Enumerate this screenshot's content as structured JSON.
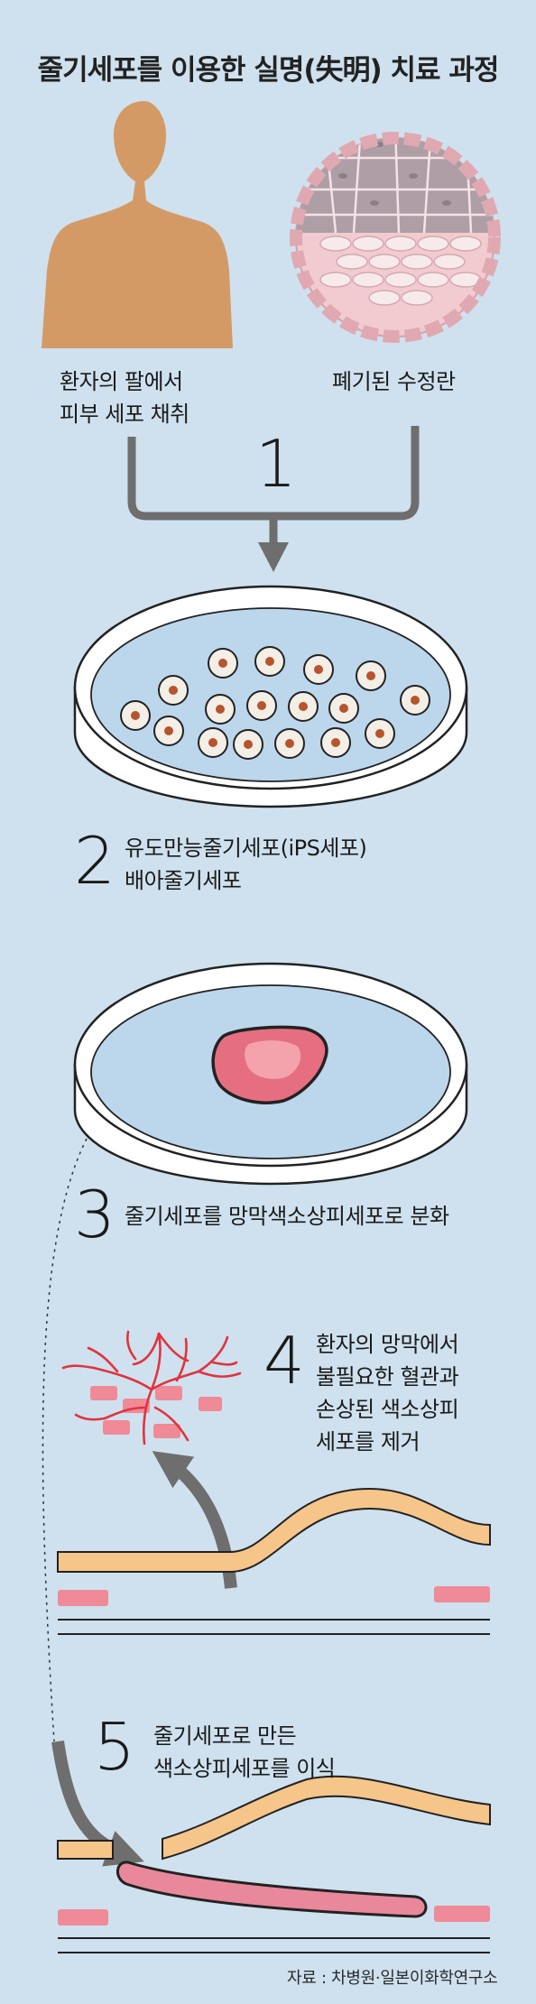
{
  "title": "줄기세포를 이용한 실명(失明) 치료 과정",
  "sources": {
    "patient_line1": "환자의 팔에서",
    "patient_line2": "피부 세포 채취",
    "embryo": "폐기된 수정란"
  },
  "steps": [
    {
      "number": "1"
    },
    {
      "number": "2",
      "line1": "유도만능줄기세포(iPS세포)",
      "line2": "배아줄기세포"
    },
    {
      "number": "3",
      "line1": "줄기세포를 망막색소상피세포로 분화"
    },
    {
      "number": "4",
      "line1": "환자의 망막에서",
      "line2": "불필요한 혈관과",
      "line3": "손상된 색소상피",
      "line4": "세포를 제거"
    },
    {
      "number": "5",
      "line1": "줄기세포로 만든",
      "line2": "색소상피세포를 이식"
    }
  ],
  "credit": "자료 : 차병원·일본이화학연구소",
  "colors": {
    "background": "#cfe1ee",
    "skin": "#d49a66",
    "arrow": "#6e6e6e",
    "dish_fill": "#bcd6ec",
    "tissue_pink": "#e56f80",
    "vessel_red": "#e0343f",
    "retina_band": "#f6c58a",
    "cell_nucleus": "#b5542d"
  }
}
